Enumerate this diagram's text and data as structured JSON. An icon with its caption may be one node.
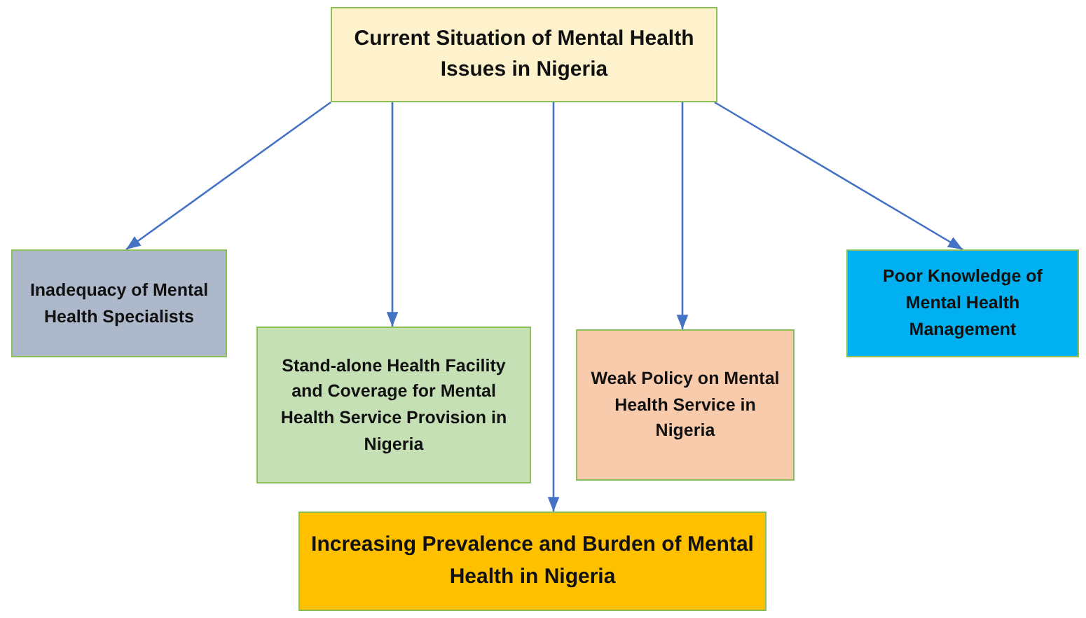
{
  "diagram": {
    "nodes": [
      {
        "text": [
          "Current Situation of Mental Health Issues in Nigeria"
        ]
      },
      {
        "text": [
          "Inadequacy of Mental Health Specialists"
        ]
      },
      {
        "text": [
          "Stand-alone Health Facility and Coverage for Mental Health Service Provision in Nigeria"
        ]
      },
      {
        "text": [
          "Weak Policy on Mental Health Service in Nigeria"
        ]
      },
      {
        "text": [
          "Poor Knowledge of Mental Health Management"
        ]
      },
      {
        "text": [
          "Increasing Prevalence and Burden of Mental Health in Nigeria"
        ]
      }
    ],
    "edges": [
      {
        "from": 0,
        "to": 1,
        "arrow": "to"
      },
      {
        "from": 0,
        "to": 2,
        "arrow": "to"
      },
      {
        "from": 0,
        "to": 5,
        "arrow": "to"
      },
      {
        "from": 0,
        "to": 3,
        "arrow": "to"
      },
      {
        "from": 0,
        "to": 4,
        "arrow": "to"
      }
    ]
  }
}
